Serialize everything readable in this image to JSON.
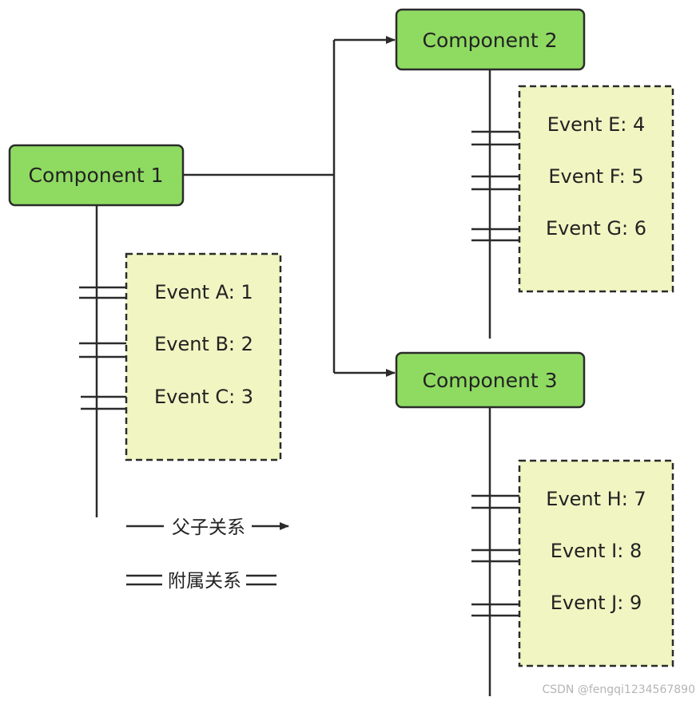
{
  "colors": {
    "component_fill": "#8fdb62",
    "component_stroke": "#2b2b2b",
    "event_box_fill": "#f0f5c2",
    "event_box_stroke": "#2b2b2b",
    "line": "#2b2b2b"
  },
  "components": [
    {
      "label": "Component 1",
      "events": [
        "Event A: 1",
        "Event B: 2",
        "Event C: 3"
      ]
    },
    {
      "label": "Component 2",
      "events": [
        "Event E: 4",
        "Event F: 5",
        "Event G: 6"
      ]
    },
    {
      "label": "Component 3",
      "events": [
        "Event H: 7",
        "Event I: 8",
        "Event J: 9"
      ]
    }
  ],
  "edges": [
    {
      "from": "Component 1",
      "to": "Component 2",
      "type": "parent-child"
    },
    {
      "from": "Component 1",
      "to": "Component 3",
      "type": "parent-child"
    }
  ],
  "legend": {
    "parent_child": "父子关系",
    "attached": "附属关系"
  },
  "watermark": "CSDN @fengqi1234567890"
}
